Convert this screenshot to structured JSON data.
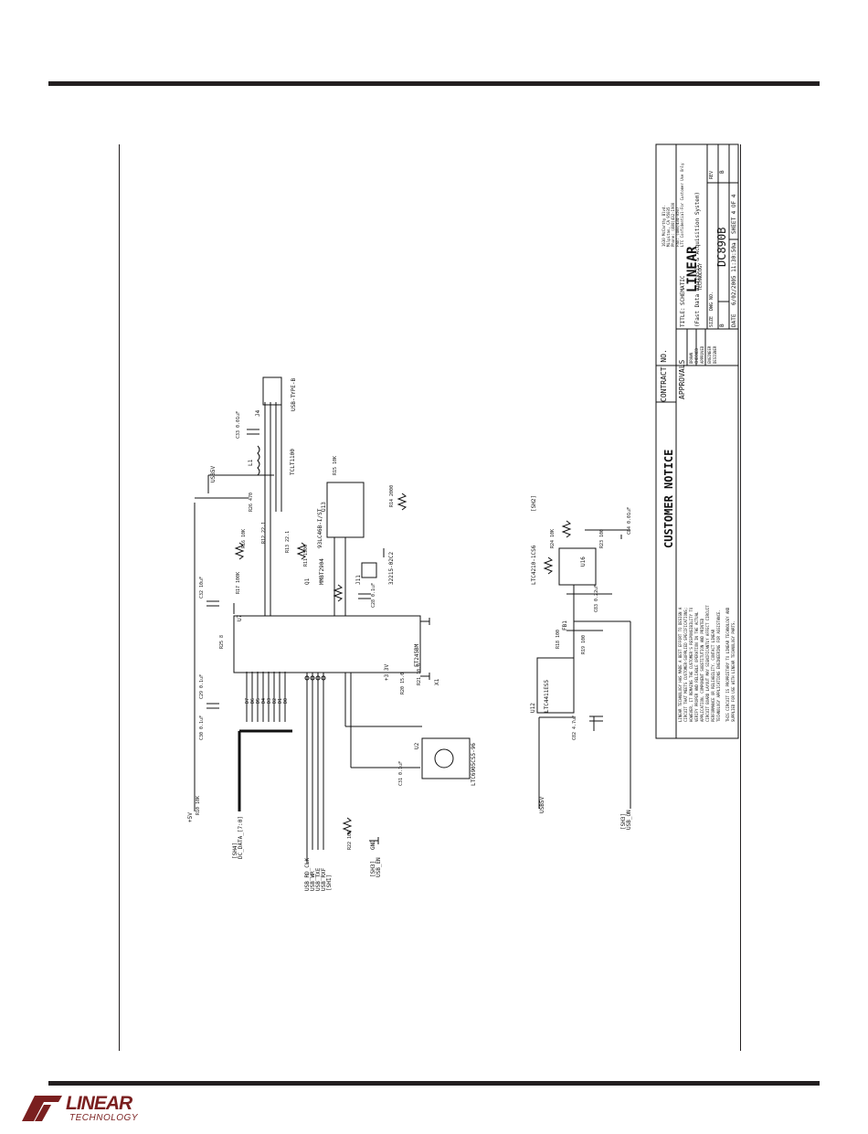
{
  "title_block": {
    "notice_title": "CUSTOMER NOTICE",
    "notice_text": [
      "LINEAR TECHNOLOGY HAS MADE A BEST EFFORT TO DESIGN A",
      "CIRCUIT THAT MEETS CUSTOMER-SUPPLIED SPECIFICATIONS;",
      "HOWEVER, IT REMAINS THE CUSTOMER'S RESPONSIBILITY TO",
      "VERIFY PROPER AND RELIABLE OPERATION IN THE ACTUAL",
      "APPLICATION. COMPONENT SUBSTITUTION AND PRINTED",
      "CIRCUIT BOARD LAYOUT MAY SIGNIFICANTLY AFFECT CIRCUIT",
      "PERFORMANCE OR RELIABILITY. CONTACT LINEAR",
      "TECHNOLOGY APPLICATIONS ENGINEERING FOR ASSISTANCE."
    ],
    "license_text": [
      "THIS CIRCUIT IS PROPRIETARY TO LINEAR TECHNOLOGY AND",
      "SUPPLIED FOR USE WITH LINEAR TECHNOLOGY PARTS."
    ],
    "contract_no": "CONTRACT NO.",
    "approvals": "APPROVALS",
    "drawn": "DRAWN",
    "checked": "CHECKED",
    "approved": "APPROVED",
    "engineer": "ENGINEER",
    "designer": "DESIGNER",
    "title_label": "TITLE:",
    "title_value": "SCHEMATIC",
    "title_line2": "(Fast Data Analysis & Acquisition System)",
    "size_label": "SIZE",
    "size_value": "B",
    "dwg_label": "DWG NO.",
    "dwg_value": "DC890B",
    "rev_label": "REV",
    "rev_value": "B",
    "date_label": "DATE",
    "date_value": "6/02/2005 11:30:50a",
    "sheet_label": "SHEET 4 OF 4",
    "company_lines": [
      "1630 McCarthy Blvd.",
      "Milpitas, CA 95035",
      "Phone: (408)432-1900",
      "Fax: (408)434-0507",
      "LTC Confidential-For Customer Use Only"
    ],
    "logo_brand": "LINEAR",
    "logo_sub": "TECHNOLOGY"
  },
  "labels": {
    "plus5v": "+5V",
    "plus33v": "+3.3V",
    "usb5v": "USB5V",
    "usb5v_b": "USB5V",
    "dc_data": "DC_DATA_[7:0]",
    "sh4": "[SH4]",
    "usb_en": "USB_EN",
    "sh3": "[SH3]",
    "usb_on": "USB_ON",
    "sh3b": "[SH3]",
    "sh2": "[SH2]",
    "usb_sigs": [
      "USB_RD_CLK",
      "USB_WR",
      "USB_TXE",
      "USB_RXF"
    ],
    "sh1": "[SH1]",
    "u7": "U7",
    "u7_part": "FT245BM",
    "u2": "U2",
    "u2_part": "LTC6905CS5-96",
    "u12": "U12",
    "u12_part": "LTC4411ES5",
    "u16": "U16",
    "u16_part": "LTC4210-1CS6",
    "j4": "J4",
    "j4_part": "USB-TYPE-B",
    "l1": "L1",
    "l1_part": "TCLT1100",
    "j11": "J11",
    "j11_part": "32215-02C2",
    "q1": "Q1",
    "q1_part": "MMBT2904",
    "u13": "U13",
    "u13_part": "93LC46B-I/ST",
    "x1": "X1",
    "gnd": "GND",
    "comp_values": [
      "C33 0.01uF",
      "C32 10uF",
      "C30 0.1uF",
      "C29 0.1uF",
      "C28 0.1uF",
      "C31 0.1uF",
      "C83 0.22uF",
      "C84 0.01uF",
      "C82 4.7uF",
      "R10 10K",
      "R15 10K",
      "R14 2000",
      "R11 1500",
      "R12 22.1",
      "R13 22.1",
      "R16 10K",
      "R17 100K",
      "R20 15.0",
      "R21 10.0",
      "R22 10K",
      "R18 100",
      "R19 100",
      "R23 100",
      "R24 10K",
      "R25 8",
      "R26 470"
    ],
    "pins_u7": [
      "D7",
      "D6",
      "D5",
      "D4",
      "D3",
      "D2",
      "D1",
      "D0"
    ],
    "fb": "FB1"
  }
}
